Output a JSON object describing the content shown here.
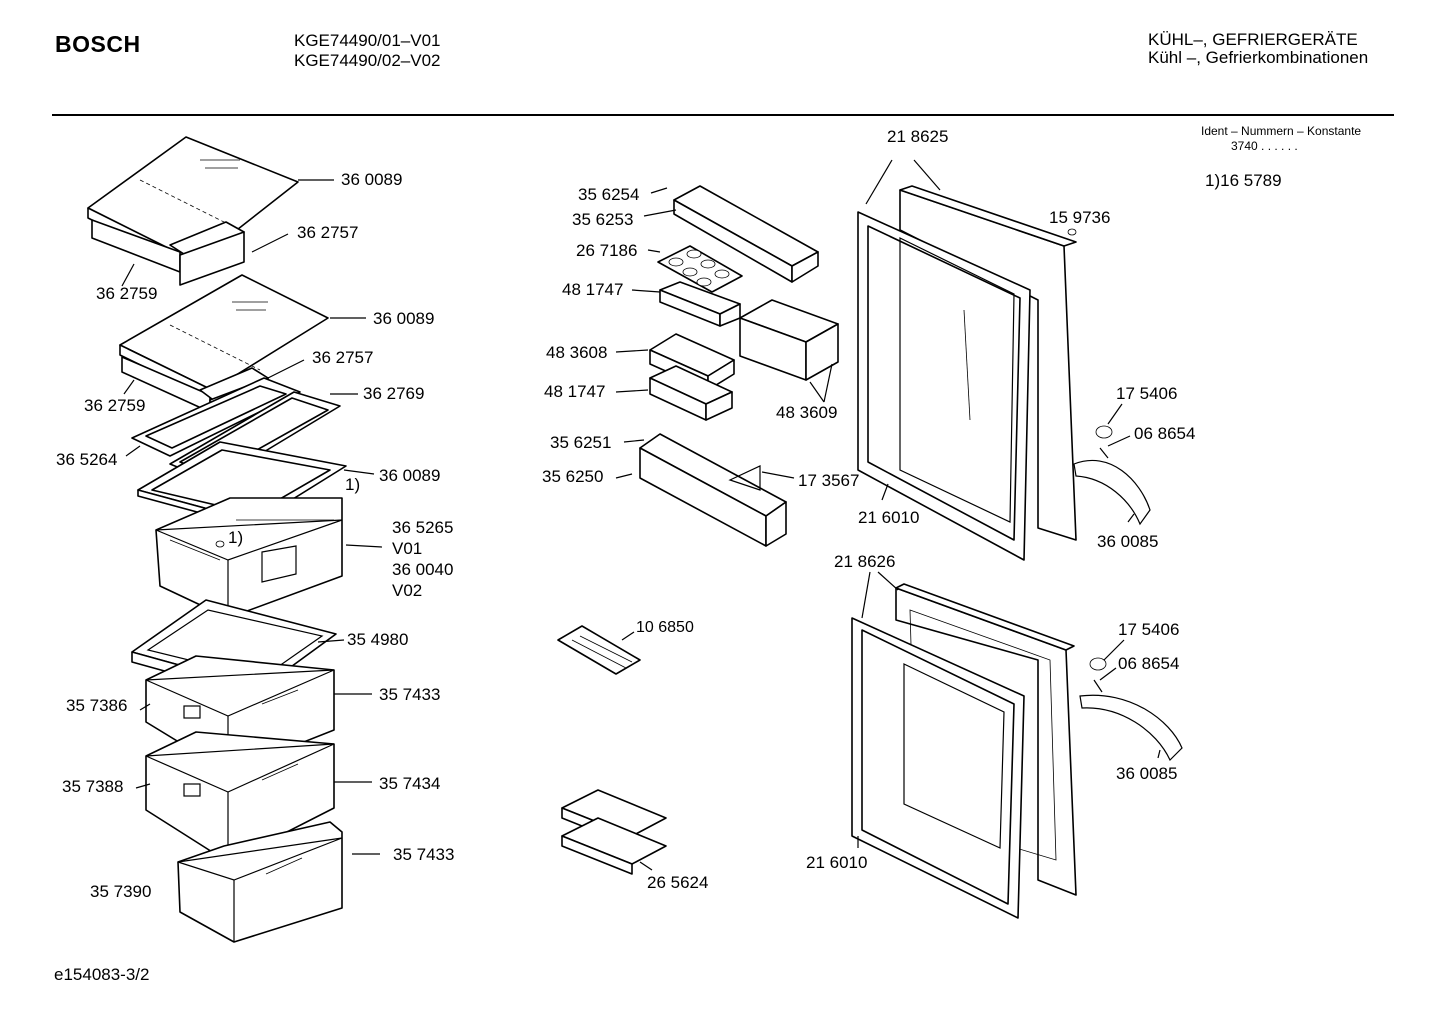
{
  "header": {
    "brand": "BOSCH",
    "model_line_1": "KGE74490/01–V01",
    "model_line_2": "KGE74490/02–V02",
    "category_line_1": "KÜHL–, GEFRIERGERÄTE",
    "category_line_2": "Kühl –, Gefrierkombinationen",
    "ident_label": "Ident – Nummern – Konstante",
    "ident_value": "3740  .  .    .  .  .  .",
    "footnote_ref": "1)16 5789"
  },
  "callouts": {
    "c01": "36 0089",
    "c02": "36 2757",
    "c03": "36 2759",
    "c04": "36 0089",
    "c05": "36 2757",
    "c06": "36 2759",
    "c07": "36 2769",
    "c08": "36 5264",
    "c09": "36 0089",
    "c10": "1)",
    "c11": "1)",
    "c12": "36 5265",
    "c13": "V01",
    "c14": "36 0040",
    "c15": "V02",
    "c16": "35 4980",
    "c17": "35 7386",
    "c18": "35 7433",
    "c19": "35 7388",
    "c20": "35 7434",
    "c21": "35 7433",
    "c22": "35 7390",
    "c23": "35 6254",
    "c24": "35 6253",
    "c25": "26 7186",
    "c26": "48 1747",
    "c27": "48 3608",
    "c28": "48 1747",
    "c29": "48 3609",
    "c30": "35 6251",
    "c31": "35 6250",
    "c32": "17 3567",
    "c33": "10 6850",
    "c34": "26 5624",
    "c35": "21 8625",
    "c36": "15 9736",
    "c37": "17 5406",
    "c38": "06 8654",
    "c39": "21 6010",
    "c40": "36 0085",
    "c41": "21 8626",
    "c42": "17 5406",
    "c43": "06 8654",
    "c44": "36 0085",
    "c45": "21 6010"
  },
  "footer": {
    "doc_id": "e154083-3/2"
  }
}
